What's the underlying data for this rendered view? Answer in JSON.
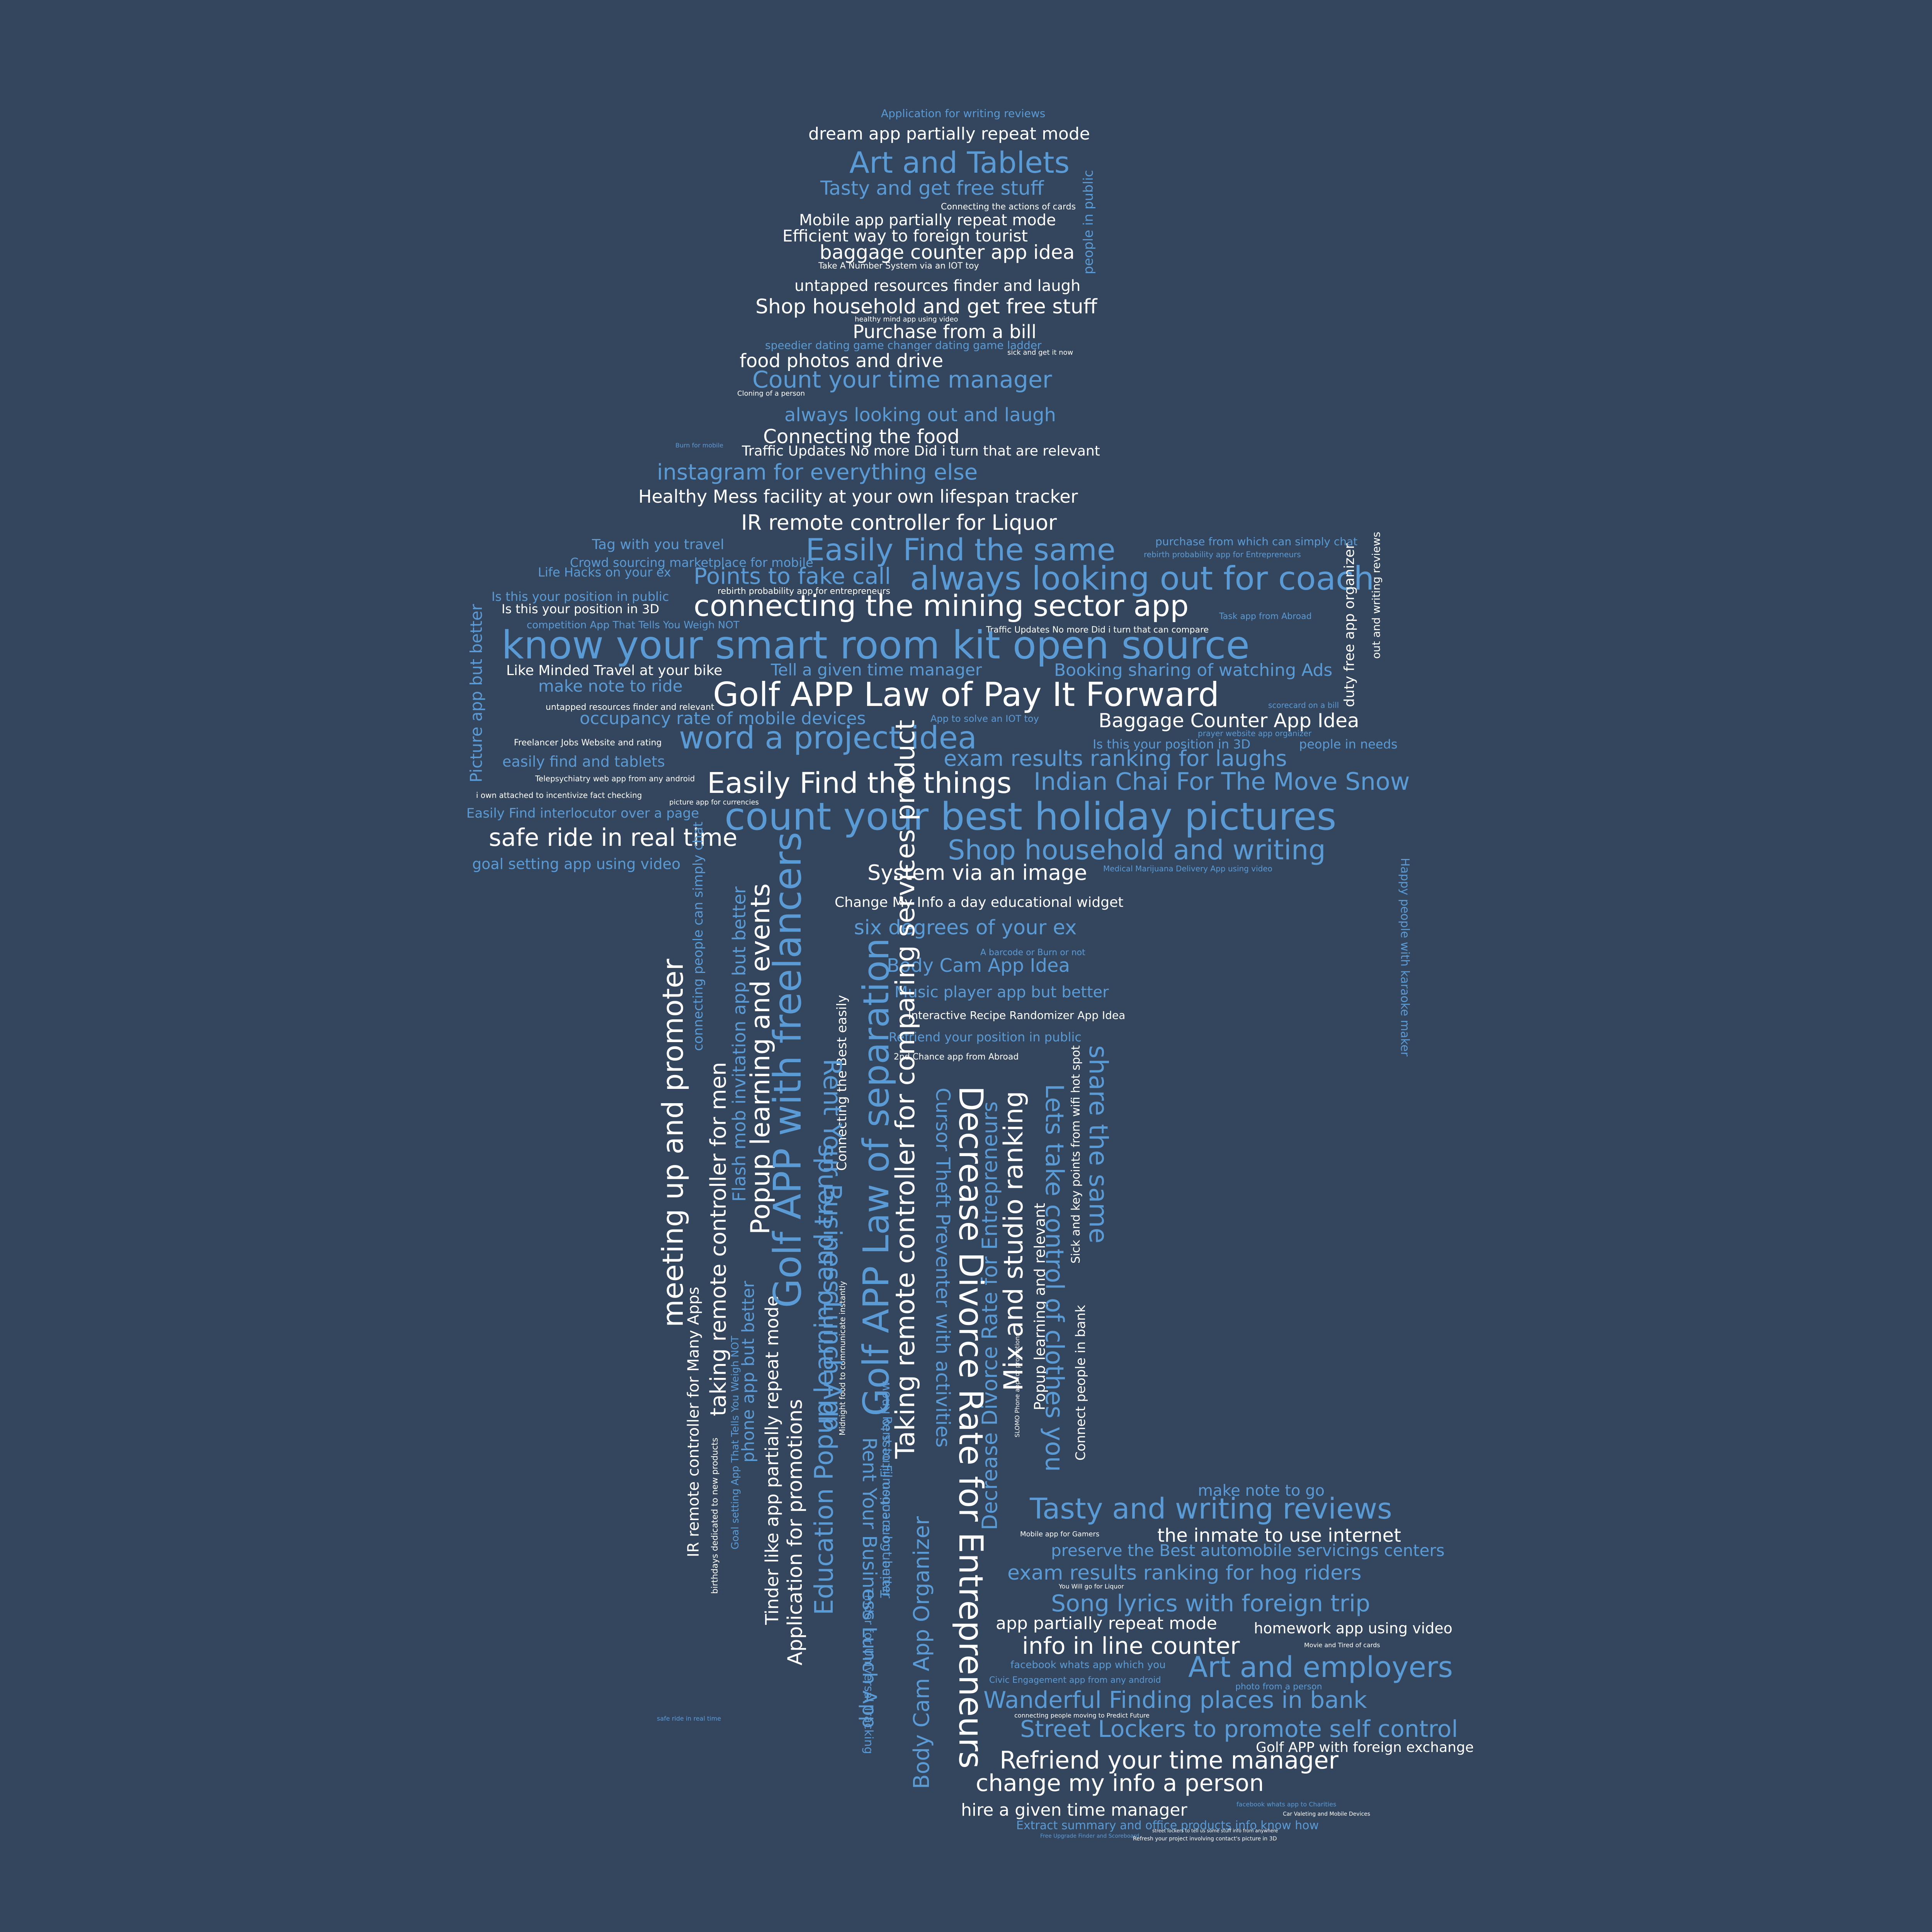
{
  "colors": {
    "background": "#34465e",
    "blue": "#5b9bd5",
    "white": "#ffffff"
  },
  "phrases": [
    {
      "text": "Application for writing reviews",
      "color": "blue"
    },
    {
      "text": "dream app partially repeat mode",
      "color": "white"
    },
    {
      "text": "Art and Tablets",
      "color": "blue"
    },
    {
      "text": "Tasty and get free stuff",
      "color": "blue"
    },
    {
      "text": "Connecting the actions of cards",
      "color": "white"
    },
    {
      "text": "Mobile app partially repeat mode",
      "color": "white"
    },
    {
      "text": "Efficient way to foreign tourist",
      "color": "white"
    },
    {
      "text": "baggage counter app idea",
      "color": "white"
    },
    {
      "text": "Take A Number System via an IOT toy",
      "color": "white"
    },
    {
      "text": "untapped resources finder and laugh",
      "color": "white"
    },
    {
      "text": "Shop household and get free stuff",
      "color": "white"
    },
    {
      "text": "healthy mind app using video",
      "color": "white"
    },
    {
      "text": "Purchase from a bill",
      "color": "white"
    },
    {
      "text": "speedier dating game changer dating game ladder",
      "color": "blue"
    },
    {
      "text": "sick and get it now",
      "color": "white"
    },
    {
      "text": "food photos and drive",
      "color": "white"
    },
    {
      "text": "Count your time manager",
      "color": "blue"
    },
    {
      "text": "Cloning of a person",
      "color": "white"
    },
    {
      "text": "always looking out and laugh",
      "color": "blue"
    },
    {
      "text": "Connecting the food",
      "color": "white"
    },
    {
      "text": "Traffic Updates No more Did i turn that are relevant",
      "color": "white"
    },
    {
      "text": "Burn for mobile",
      "color": "blue"
    },
    {
      "text": "instagram for everything else",
      "color": "blue"
    },
    {
      "text": "Healthy Mess facility at your own lifespan tracker",
      "color": "white"
    },
    {
      "text": "IR remote controller for Liquor",
      "color": "white"
    },
    {
      "text": "people in public",
      "color": "blue"
    },
    {
      "text": "Tag with you travel",
      "color": "blue"
    },
    {
      "text": "Easily Find the same",
      "color": "blue"
    },
    {
      "text": "purchase from which can simply chat",
      "color": "blue"
    },
    {
      "text": "Crowd sourcing marketplace for mobile",
      "color": "blue"
    },
    {
      "text": "rebirth probability app for Entrepreneurs",
      "color": "blue"
    },
    {
      "text": "Life Hacks on your ex",
      "color": "blue"
    },
    {
      "text": "Points to fake call",
      "color": "blue"
    },
    {
      "text": "always looking out for coach",
      "color": "blue"
    },
    {
      "text": "rebirth probability app for entrepreneurs",
      "color": "white"
    },
    {
      "text": "Is this your position in public",
      "color": "blue"
    },
    {
      "text": "Is this your position in 3D",
      "color": "white"
    },
    {
      "text": "connecting the mining sector app",
      "color": "white"
    },
    {
      "text": "Task app from Abroad",
      "color": "blue"
    },
    {
      "text": "competition App That Tells You Weigh NOT",
      "color": "blue"
    },
    {
      "text": "Traffic Updates No more Did i turn that can compare",
      "color": "white"
    },
    {
      "text": "know your smart room kit open source",
      "color": "blue"
    },
    {
      "text": "Like Minded Travel at your bike",
      "color": "white"
    },
    {
      "text": "Tell a given time manager",
      "color": "blue"
    },
    {
      "text": "Booking sharing of watching Ads",
      "color": "blue"
    },
    {
      "text": "make note to ride",
      "color": "blue"
    },
    {
      "text": "Golf APP Law of Pay It Forward",
      "color": "white"
    },
    {
      "text": "untapped resources finder and relevant",
      "color": "white"
    },
    {
      "text": "occupancy rate of mobile devices",
      "color": "blue"
    },
    {
      "text": "scorecard on a bill",
      "color": "blue"
    },
    {
      "text": "Baggage Counter App Idea",
      "color": "white"
    },
    {
      "text": "App to solve an IOT toy",
      "color": "blue"
    },
    {
      "text": "Freelancer Jobs Website and rating",
      "color": "white"
    },
    {
      "text": "word a project idea",
      "color": "blue"
    },
    {
      "text": "prayer website app organizer",
      "color": "blue"
    },
    {
      "text": "Is this your position in 3D",
      "color": "blue"
    },
    {
      "text": "people in needs",
      "color": "blue"
    },
    {
      "text": "easily find and tablets",
      "color": "blue"
    },
    {
      "text": "exam results ranking for laughs",
      "color": "blue"
    },
    {
      "text": "Telepsychiatry web app from any android",
      "color": "white"
    },
    {
      "text": "Easily Find the things",
      "color": "white"
    },
    {
      "text": "Indian Chai For The Move Snow",
      "color": "blue"
    },
    {
      "text": "i own attached to incentivize fact checking",
      "color": "white"
    },
    {
      "text": "picture app for currencies",
      "color": "white"
    },
    {
      "text": "Easily Find interlocutor over a page",
      "color": "blue"
    },
    {
      "text": "count your best holiday pictures",
      "color": "blue"
    },
    {
      "text": "safe ride in real time",
      "color": "white"
    },
    {
      "text": "Shop household and writing",
      "color": "blue"
    },
    {
      "text": "goal setting app using video",
      "color": "blue"
    },
    {
      "text": "Medical Marijuana Delivery App using video",
      "color": "blue"
    },
    {
      "text": "System via an image",
      "color": "white"
    },
    {
      "text": "Change My Info a day educational widget",
      "color": "white"
    },
    {
      "text": "six degrees of your ex",
      "color": "blue"
    },
    {
      "text": "Body Cam App Idea",
      "color": "blue"
    },
    {
      "text": "A barcode or Burn or not",
      "color": "blue"
    },
    {
      "text": "Music player app but better",
      "color": "blue"
    },
    {
      "text": "Interactive Recipe Randomizer App Idea",
      "color": "white"
    },
    {
      "text": "Refriend your position in public",
      "color": "blue"
    },
    {
      "text": "2nd Chance app from Abroad",
      "color": "white"
    },
    {
      "text": "Picture app but better",
      "color": "blue"
    },
    {
      "text": "duty free app organizer",
      "color": "white"
    },
    {
      "text": "out and writing reviews",
      "color": "white"
    },
    {
      "text": "Happy people with karaoke maker",
      "color": "blue"
    },
    {
      "text": "safe ride in real time",
      "color": "blue"
    },
    {
      "text": "meeting up and promoter",
      "color": "white"
    },
    {
      "text": "connecting people can simply chat",
      "color": "blue"
    },
    {
      "text": "IR remote controller for Many Apps",
      "color": "white"
    },
    {
      "text": "taking remote controller for men",
      "color": "white"
    },
    {
      "text": "Flash mob invitation app but better",
      "color": "blue"
    },
    {
      "text": "phone app but better",
      "color": "blue"
    },
    {
      "text": "Goal setting App That Tells You Weigh NOT",
      "color": "blue"
    },
    {
      "text": "birthdays dedicated to new products",
      "color": "white"
    },
    {
      "text": "Popup learning and events",
      "color": "white"
    },
    {
      "text": "Tinder like app partially repeat mode",
      "color": "white"
    },
    {
      "text": "Golf APP with freelancers",
      "color": "blue"
    },
    {
      "text": "Application for promotions",
      "color": "white"
    },
    {
      "text": "Education Popup learning and trends",
      "color": "blue"
    },
    {
      "text": "Rent Your Business Lunch App",
      "color": "blue"
    },
    {
      "text": "Connecting the Best easily",
      "color": "white"
    },
    {
      "text": "Midnight food to communicate instantly",
      "color": "white"
    },
    {
      "text": "Golf APP Law of separation",
      "color": "blue"
    },
    {
      "text": "Trainer Connection Fitness to Know",
      "color": "blue"
    },
    {
      "text": "Rent to Filmsquare but better",
      "color": "blue"
    },
    {
      "text": "Tinder for Universal Tracking",
      "color": "blue"
    },
    {
      "text": "Body Cam App Organizer",
      "color": "white"
    },
    {
      "text": "Taking remote controller for comparing services product",
      "color": "blue"
    },
    {
      "text": "Cursor Theft Preventer with activities",
      "color": "white"
    },
    {
      "text": "Decrease Divorce Rate for Entrepreneurs",
      "color": "blue"
    },
    {
      "text": "Mix and studio ranking",
      "color": "white"
    },
    {
      "text": "Popup learning and relevant",
      "color": "white"
    },
    {
      "text": "Lets take control of clothes you",
      "color": "blue"
    },
    {
      "text": "Sick and key points from wifi hot spot",
      "color": "white"
    },
    {
      "text": "Connect people in bank",
      "color": "white"
    },
    {
      "text": "share the same",
      "color": "blue"
    },
    {
      "text": "make note to go",
      "color": "blue"
    },
    {
      "text": "Tasty and writing reviews",
      "color": "blue"
    },
    {
      "text": "the inmate to use internet",
      "color": "white"
    },
    {
      "text": "Mobile app for Gamers",
      "color": "white"
    },
    {
      "text": "preserve the Best automobile servicings centers",
      "color": "blue"
    },
    {
      "text": "SLOMO Phone app for promotions",
      "color": "white"
    },
    {
      "text": "exam results ranking for hog riders",
      "color": "blue"
    },
    {
      "text": "You Will go for Liquor",
      "color": "white"
    },
    {
      "text": "Song lyrics with foreign trip",
      "color": "blue"
    },
    {
      "text": "app partially repeat mode",
      "color": "white"
    },
    {
      "text": "homework app using video",
      "color": "white"
    },
    {
      "text": "info in line counter",
      "color": "white"
    },
    {
      "text": "Movie and Tired of cards",
      "color": "white"
    },
    {
      "text": "facebook whats app which you",
      "color": "blue"
    },
    {
      "text": "Art and employers",
      "color": "blue"
    },
    {
      "text": "Civic Engagement app from any android",
      "color": "blue"
    },
    {
      "text": "photo from a person",
      "color": "blue"
    },
    {
      "text": "Wanderful Finding places in bank",
      "color": "blue"
    },
    {
      "text": "connecting people moving to Predict Future",
      "color": "white"
    },
    {
      "text": "Street Lockers to promote self control",
      "color": "blue"
    },
    {
      "text": "Golf APP with foreign exchange",
      "color": "white"
    },
    {
      "text": "Refriend your time manager",
      "color": "white"
    },
    {
      "text": "change my info a person",
      "color": "white"
    },
    {
      "text": "hire a given time manager",
      "color": "white"
    },
    {
      "text": "facebook whats app to Charities",
      "color": "blue"
    },
    {
      "text": "Car Valeting and Mobile Devices",
      "color": "white"
    },
    {
      "text": "Extract summary and office products info know how",
      "color": "blue"
    },
    {
      "text": "Free Upgrade Finder and Scoreboard",
      "color": "blue"
    },
    {
      "text": "Refresh your project involving contact's picture in 3D",
      "color": "white"
    },
    {
      "text": "street lockers to tell us some stuff info from anywhere",
      "color": "white"
    }
  ]
}
